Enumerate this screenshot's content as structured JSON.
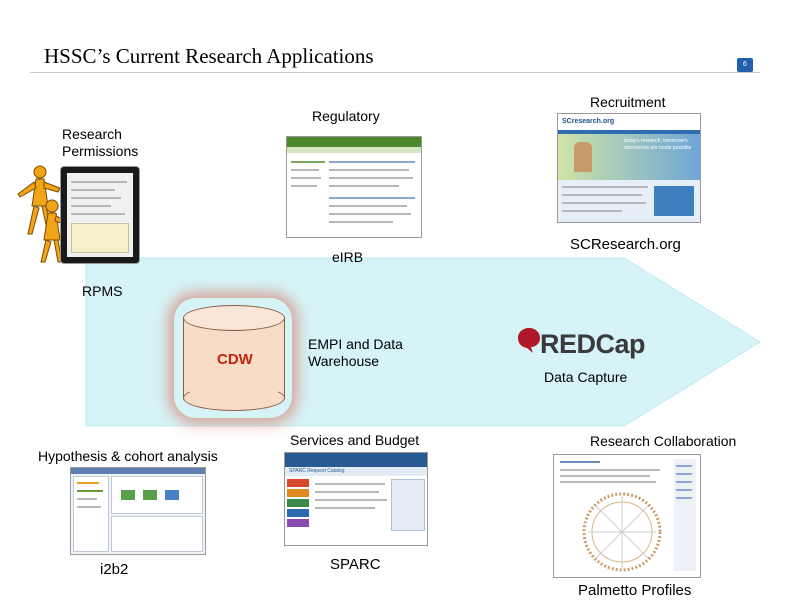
{
  "slide": {
    "title": "HSSC’s Current Research Applications",
    "page_number": "6"
  },
  "labels": {
    "research_permissions": "Research\nPermissions",
    "regulatory": "Regulatory",
    "recruitment": "Recruitment",
    "eirb": "eIRB",
    "scresearch": "SCResearch.org",
    "rpms": "RPMS",
    "cdw": "CDW",
    "empi": "EMPI and Data\nWarehouse",
    "redcap_logo": "REDCap",
    "data_capture": "Data Capture",
    "hypothesis": "Hypothesis & cohort analysis",
    "services_budget": "Services and Budget",
    "research_collab": "Research Collaboration",
    "i2b2": "i2b2",
    "sparc": "SPARC",
    "palmetto": "Palmetto Profiles"
  },
  "screens": {
    "scresearch_logo": "SCresearch.org",
    "scresearch_tagline": "today's research, tomorrow's discoveries are made possible",
    "sparc_header": "SPARC Request Catalog",
    "colors": {
      "arrow": "#d6f4f8",
      "arrow_edge": "#bdeaf0",
      "cdw_text": "#c2240e",
      "redcap_text": "#3a3a3a",
      "redcap_mark": "#b0182a",
      "figure": "#f2a418"
    }
  }
}
